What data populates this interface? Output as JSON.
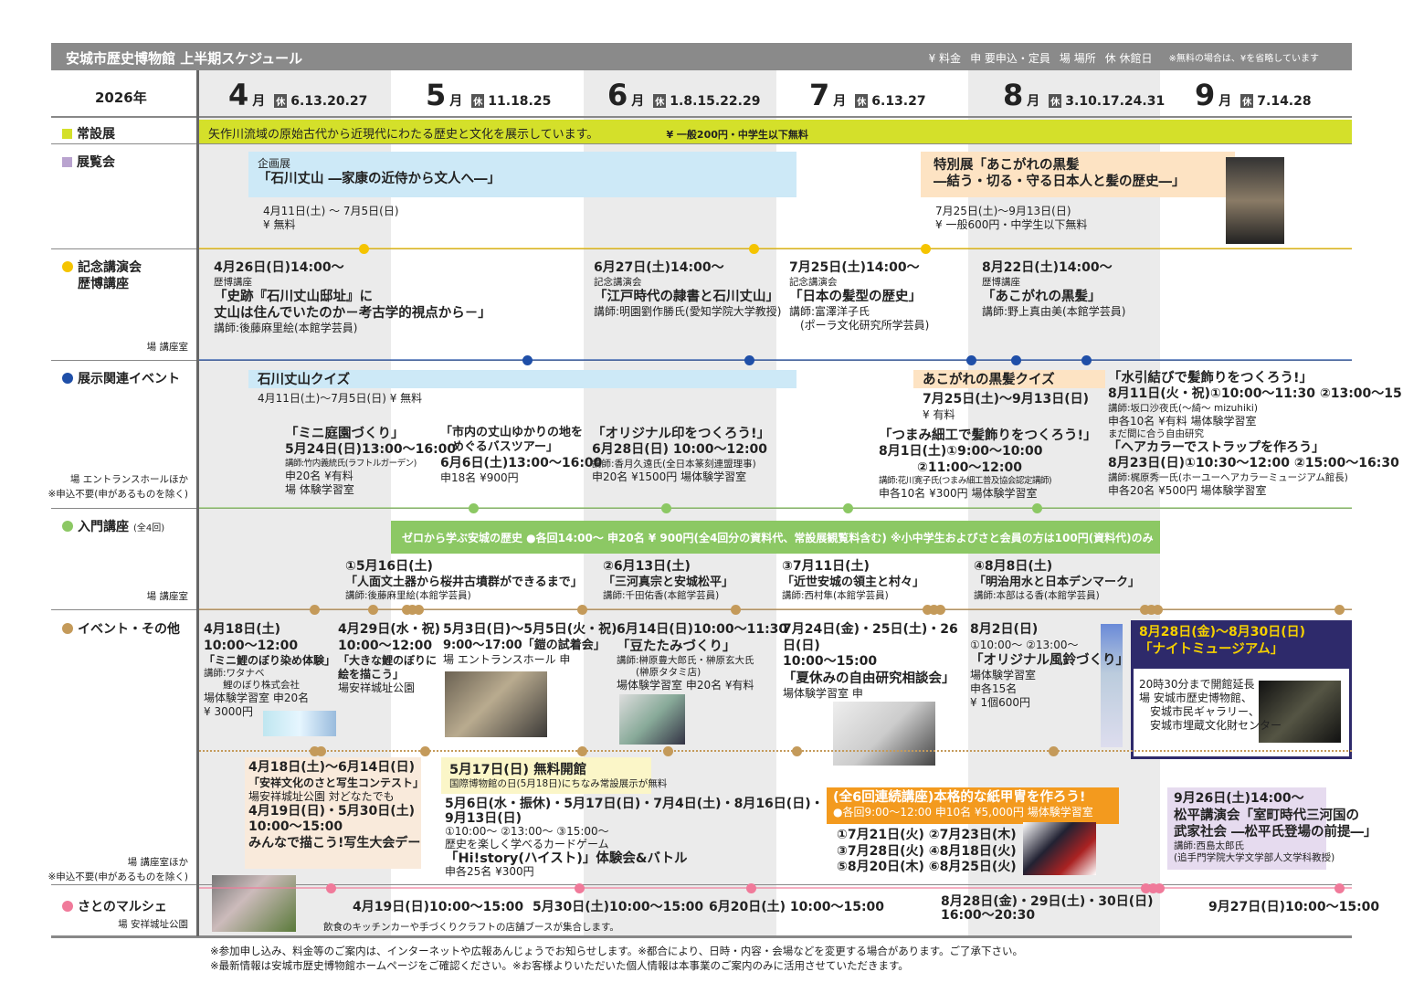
{
  "header": {
    "title": "安城市歴史博物館 上半期スケジュール",
    "legend": [
      "¥ 料金",
      "申 要申込・定員",
      "場 場所",
      "休 休館日"
    ],
    "note": "※無料の場合は、¥を省略しています"
  },
  "year": "2026年",
  "months": [
    {
      "num": "4",
      "unit": "月",
      "closed_icon": "休",
      "closed": "6.13.20.27"
    },
    {
      "num": "5",
      "unit": "月",
      "closed_icon": "休",
      "closed": "11.18.25"
    },
    {
      "num": "6",
      "unit": "月",
      "closed_icon": "休",
      "closed": "1.8.15.22.29"
    },
    {
      "num": "7",
      "unit": "月",
      "closed_icon": "休",
      "closed": "6.13.27"
    },
    {
      "num": "8",
      "unit": "月",
      "closed_icon": "休",
      "closed": "3.10.17.24.31"
    },
    {
      "num": "9",
      "unit": "月",
      "closed_icon": "休",
      "closed": "7.14.28"
    }
  ],
  "rows": {
    "permanent": {
      "label": "常設展",
      "text": "矢作川流域の原始古代から近現代にわたる歴史と文化を展示しています。",
      "fee": "¥ 一般200円・中学生以下無料"
    },
    "exhibition": {
      "label": "展覧会"
    },
    "lecture": {
      "label": "記念講演会",
      "label2": "歴博講座",
      "venue": "場 講座室"
    },
    "related": {
      "label": "展示関連イベント",
      "venue": "場 エントランスホールほか",
      "note": "※申込不要(申があるものを除く)"
    },
    "intro": {
      "label": "入門講座",
      "sub": "(全4回)",
      "venue": "場 講座室",
      "bar": "ゼロから学ぶ安城の歴史 ●各回14:00～ 申20名 ¥ 900円(全4回分の資料代、常設展観覧料含む) ※小中学生およびさと会員の方は100円(資料代)のみ"
    },
    "events": {
      "label": "イベント・その他",
      "venue": "場 講座室ほか",
      "note": "※申込不要(申があるものを除く)"
    },
    "marche": {
      "label": "さとのマルシェ",
      "venue": "場 安祥城址公園"
    }
  },
  "blocks": {
    "ex1h": [
      "企画展",
      "「石川丈山 ―家康の近侍から文人へ―」"
    ],
    "ex1": [
      "4月11日(土) ～ 7月5日(日)",
      "¥ 無料"
    ],
    "ex2h": [
      "特別展「あこがれの黒髪",
      "―結う・切る・守る日本人と髪の歴史―」"
    ],
    "ex2": [
      "7月25日(土)～9月13日(日)",
      "¥ 一般600円・中学生以下無料"
    ],
    "l1": [
      "4月26日(日)14:00～",
      "歴博講座",
      "「史跡『石川丈山邸址』に",
      "丈山は住んでいたのか－考古学的視点から－」",
      "講師:後藤麻里絵(本館学芸員)"
    ],
    "l2": [
      "6月27日(土)14:00～",
      "記念講演会",
      "「江戸時代の隷書と石川丈山」",
      "講師:明園劉作勝氏(愛知学院大学教授)"
    ],
    "l3": [
      "7月25日(土)14:00～",
      "記念講演会",
      "「日本の髪型の歴史」",
      "講師:富澤洋子氏",
      "　(ポーラ文化研究所学芸員)"
    ],
    "l4": [
      "8月22日(土)14:00～",
      "歴博講座",
      "「あこがれの黒髪」",
      "講師:野上真由美(本館学芸員)"
    ],
    "q1h": [
      "石川丈山クイズ"
    ],
    "q1": [
      "4月11日(土)～7月5日(日) ¥ 無料"
    ],
    "e1": [
      "「ミニ庭園づくり」",
      "5月24日(日)13:00～16:00",
      "講師:竹内義統氏(ラフトルガーデン)",
      "申20名 ¥有料",
      "場 体験学習室"
    ],
    "e2": [
      "「市内の丈山ゆかりの地を",
      "　めぐるバスツアー」",
      "6月6日(土)13:00～16:00",
      "申18名 ¥900円"
    ],
    "e3": [
      "「オリジナル印をつくろう!」",
      "6月28日(日) 10:00～12:00",
      "講師:香月久遠氏(全日本篆刻連盟理事)",
      "申20名 ¥1500円 場体験学習室"
    ],
    "q2h": [
      "あこがれの黒髪クイズ"
    ],
    "q2": [
      "7月25日(土)～9月13日(日)",
      "¥ 有料"
    ],
    "e4": [
      "「つまみ細工で髪飾りをつくろう!」",
      "8月1日(土)①9:00～10:00",
      "　　　②11:00～12:00",
      "講師:花川寛子氏(つまみ細工普及協会認定講師)",
      "申各10名 ¥300円 場体験学習室"
    ],
    "e5": [
      "「水引結びで髪飾りをつくろう!」",
      "8月11日(火・祝)①10:00～11:30 ②13:00～15:30",
      "講師:坂口沙夜氏(～綺～ mizuhiki)",
      "申各10名 ¥有料 場体験学習室",
      "まだ間に合う自由研究",
      "「ヘアカラーでストラップを作ろう」",
      "8月23日(日)①10:30～12:00 ②15:00～16:30",
      "講師:梶原秀一氏(ホーユーヘアカラーミュージアム館長)",
      "申各20名 ¥500円 場体験学習室"
    ],
    "i1": [
      "①5月16日(土)",
      "「人面文土器から桜井古墳群ができるまで」",
      "講師:後藤麻里絵(本館学芸員)"
    ],
    "i2": [
      "②6月13日(土)",
      "「三河真宗と安城松平」",
      "講師:千田佑香(本館学芸員)"
    ],
    "i3": [
      "③7月11日(土)",
      "「近世安城の領主と村々」",
      "講師:西村隼(本館学芸員)"
    ],
    "i4": [
      "④8月8日(土)",
      "「明治用水と日本デンマーク」",
      "講師:本部はる香(本館学芸員)"
    ],
    "v1": [
      "4月18日(土)",
      "10:00～12:00",
      "「ミニ鯉のぼり染め体験」",
      "講師:ワタナベ",
      "　　鯉のぼり株式会社",
      "場体験学習室 申20名",
      "¥ 3000円"
    ],
    "v2": [
      "4月29日(水・祝)",
      "10:00～12:00",
      "「大きな鯉のぼりに",
      "絵を描こう」",
      "場安祥城址公園"
    ],
    "v3": [
      "5月3日(日)～5月5日(火・祝)",
      "9:00～17:00「鎧の試着会」",
      "場 エントランスホール 申"
    ],
    "v4": [
      "6月14日(日)10:00～11:30",
      "「豆たたみづくり」",
      "講師:榊原豊大郎氏・榊原玄大氏",
      "　　(榊原タタミ店)",
      "場体験学習室 申20名 ¥有料"
    ],
    "v5": [
      "7月24日(金)・25日(土)・26日(日)",
      "10:00～15:00",
      "「夏休みの自由研究相談会」",
      "場体験学習室 申"
    ],
    "v6": [
      "8月2日(日)",
      "①10:00～ ②13:00～",
      "「オリジナル風鈴づくり」",
      "場体験学習室",
      "申各15名",
      "¥ 1個600円"
    ],
    "v7h": [
      "8月28日(金)～8月30日(日)",
      "「ナイトミュージアム」"
    ],
    "v7": [
      "20時30分まで開館延長",
      "場 安城市歴史博物館、",
      "　安城市民ギャラリー、",
      "　安城市埋蔵文化財センター"
    ],
    "v8": [
      "4月18日(土)～6月14日(日)",
      "「安祥文化のさと写生コンテスト」",
      "場安祥城址公園 対どなたでも",
      "4月19日(日)・5月30日(土)",
      "10:00～15:00",
      "みんなで描こう!写生大会デー"
    ],
    "v9": [
      "5月17日(日) 無料開館",
      "国際博物館の日(5月18日)にちなみ常設展示が無料"
    ],
    "v10": [
      "5月6日(水・振休)・5月17日(日)・7月4日(土)・8月16日(日)・9月13日(日)",
      "①10:00～ ②13:00～ ③15:00～",
      "歴史を楽しく学べるカードゲーム",
      "「Hi!story(ハイスト)」体験会&バトル",
      "申各25名 ¥300円"
    ],
    "v11h": [
      "(全6回連続講座)本格的な紙甲冑を作ろう!",
      "●各回9:00～12:00 申10名 ¥5,000円 場体験学習室"
    ],
    "v11": [
      "①7月21日(火) ②7月23日(木)",
      "③7月28日(火) ④8月18日(火)",
      "⑤8月20日(木) ⑥8月25日(火)"
    ],
    "v12": [
      "9月26日(土)14:00～",
      "松平講演会「室町時代三河国の",
      "武家社会 ―松平氏登場の前提―」",
      "講師:西島太郎氏",
      "(追手門学院大学文学部人文学科教授)"
    ],
    "m1": [
      "4月19日(日)10:00～15:00"
    ],
    "m2": [
      "5月30日(土)10:00～15:00"
    ],
    "m3": [
      "6月20日(土) 10:00～15:00"
    ],
    "m4": [
      "8月28日(金)・29日(土)・30日(日) 16:00～20:30"
    ],
    "m5": [
      "9月27日(日)10:00～15:00"
    ],
    "m6": [
      "飲食のキッチンカーや手づくりクラフトの店舗ブースが集合します。"
    ]
  },
  "footer": [
    "※参加申し込み、料金等のご案内は、インターネットや広報あんじょうでお知らせします。※都合により、日時・内容・会場などを変更する場合があります。ご了承下さい。",
    "※最新情報は安城市歴史博物館ホームページをご確認ください。※お客様よりいただいた個人情報は本事業のご案内のみに活用させていただきます。"
  ],
  "colors": {
    "permanent": "#d4e02a",
    "exhibition": "#b9a3cf",
    "lecture": "#f5c400",
    "related": "#1f4fa8",
    "intro": "#8cc864",
    "events": "#c49a5a",
    "marche": "#f07a9a",
    "blue_box": "#cde9f7",
    "orange_box": "#fde3c3",
    "night": "#2e2a6b",
    "kabuto": "#f39a1e"
  }
}
